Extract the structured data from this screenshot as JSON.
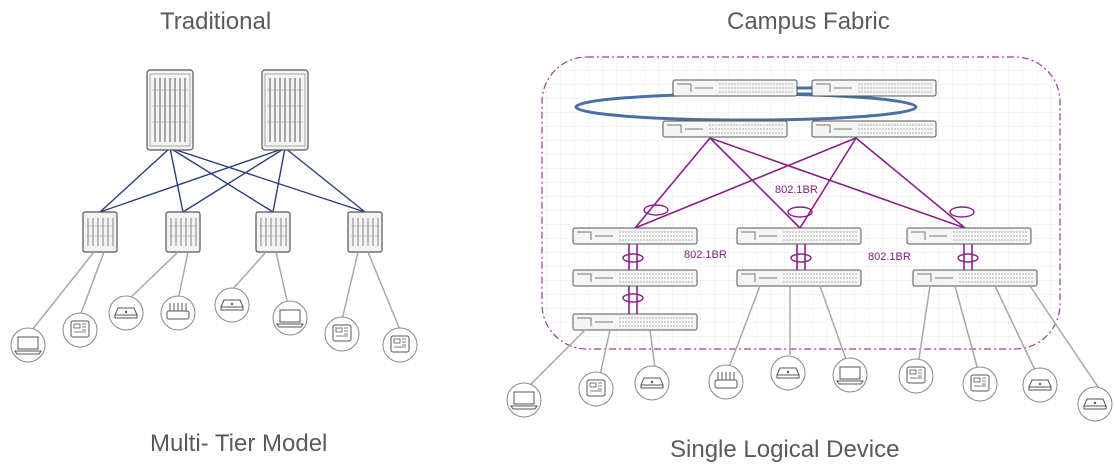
{
  "titles": {
    "left_top": "Traditional",
    "left_bottom": "Multi- Tier Model",
    "right_top": "Campus Fabric",
    "right_bottom": "Single Logical Device"
  },
  "labels": {
    "br_top": "802.1BR",
    "br_left": "802.1BR",
    "br_right": "802.1BR"
  },
  "colors": {
    "traditional_links": "#2a3d7c",
    "fabric_links": "#8a1f8a",
    "ring": "#4a6fa5",
    "endpoint_links": "#a8a8a8",
    "fabric_border": "#9b3b9b",
    "device_stroke": "#555555"
  },
  "endpoints": {
    "traditional": [
      "laptop-icon",
      "phone-icon",
      "access-point-icon",
      "router-icon",
      "access-point-icon",
      "laptop-icon",
      "phone-icon",
      "phone-icon"
    ],
    "fabric": [
      "laptop-icon",
      "phone-icon",
      "access-point-icon",
      "router-icon",
      "access-point-icon",
      "laptop-icon",
      "phone-icon",
      "phone-icon",
      "access-point-icon",
      "access-point-icon"
    ]
  }
}
